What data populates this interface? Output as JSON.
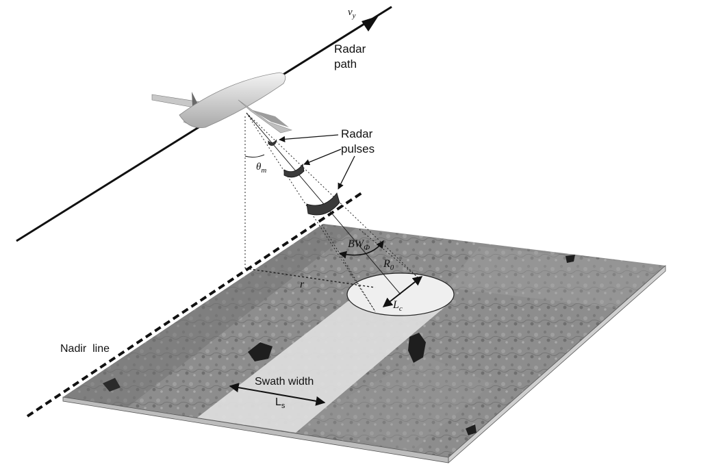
{
  "labels": {
    "velocity": "v",
    "velocity_sub": "y",
    "radar_path_line1": "Radar",
    "radar_path_line2": "path",
    "radar_pulses_line1": "Radar",
    "radar_pulses_line2": "pulses",
    "look_angle": "θ",
    "look_angle_sub": "m",
    "beamwidth": "BW",
    "beamwidth_sub": "Φ",
    "slant_range": "R",
    "slant_range_sub": "0",
    "ground_range": "r",
    "footprint_length": "L",
    "footprint_length_sub": "c",
    "nadir_line": "Nadir  line",
    "swath_width": "Swath width",
    "swath_symbol": "L",
    "swath_symbol_sub": "s"
  },
  "colors": {
    "ink": "#111111",
    "terrain": "#8f8f8f",
    "swath": "#dcdcdc",
    "pulse": "#3a3a3a",
    "aircraft": "#d9d9d9"
  }
}
